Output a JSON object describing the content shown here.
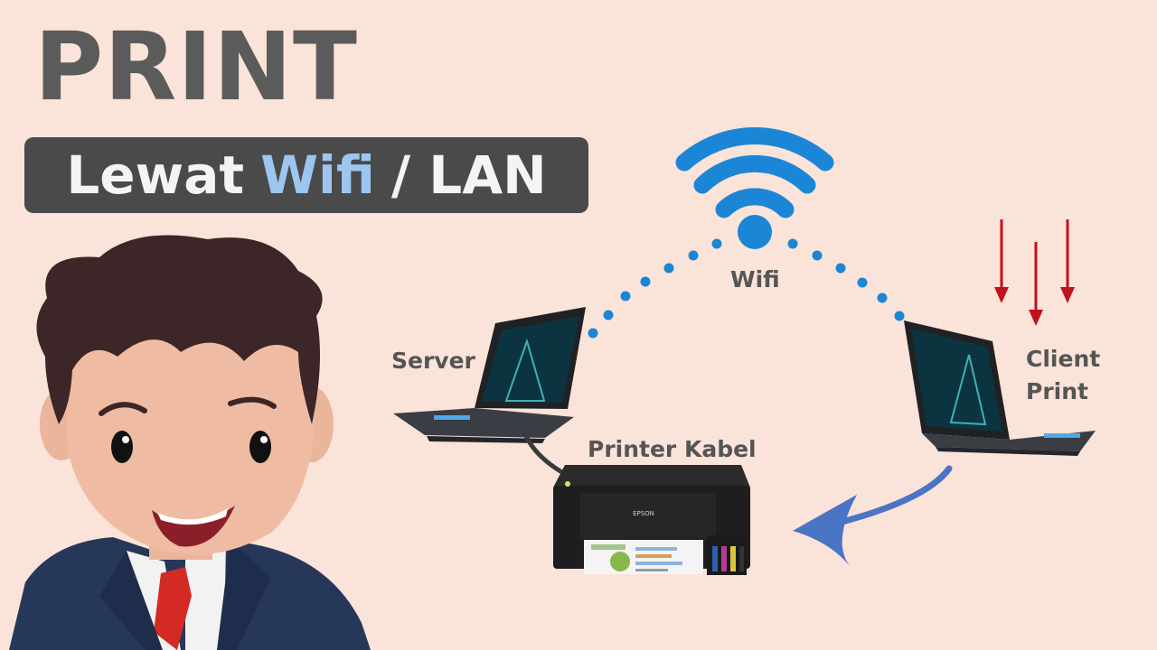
{
  "title": "PRINT",
  "subtitle": {
    "prefix": "Lewat",
    "highlight": "Wifi",
    "suffix": "/ LAN"
  },
  "labels": {
    "wifi": "Wifi",
    "server": "Server",
    "client_line1": "Client",
    "client_line2": "Print",
    "printer": "Printer Kabel",
    "printer_brand": "EPSON"
  },
  "colors": {
    "background": "#fae3d8",
    "wifi_blue": "#1c86d6",
    "title_gray": "#5b5b5b",
    "subtitle_box": "#4a4a4a",
    "highlight_blue": "#9cc6ef",
    "arrow_red": "#c0121c",
    "arrow_blue": "#4a74c4"
  },
  "icons": [
    "wifi-icon",
    "server-laptop",
    "client-laptop",
    "printer",
    "red-down-arrows",
    "curved-blue-arrow",
    "businessman-avatar"
  ]
}
